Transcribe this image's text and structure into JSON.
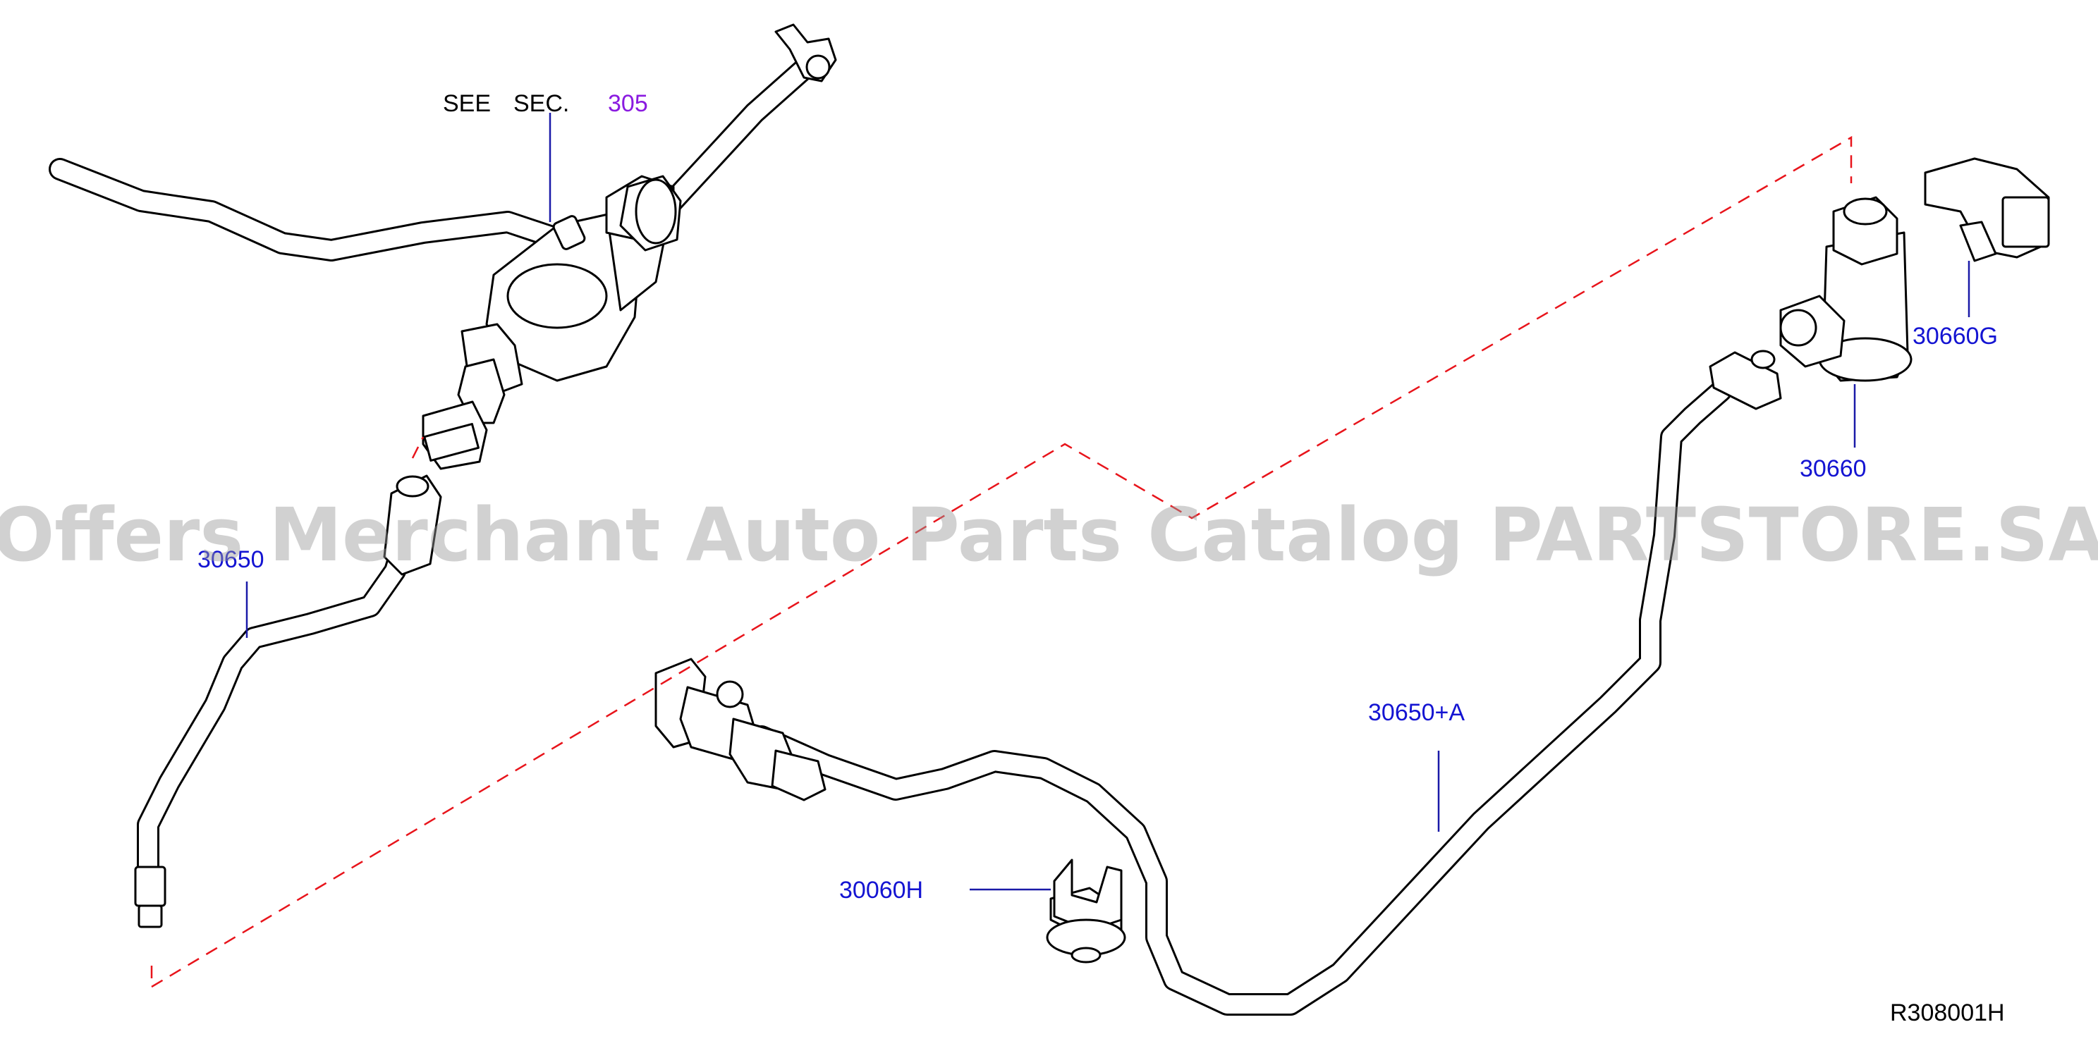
{
  "see_reference": {
    "prefix": "SEE",
    "section_word": "SEC.",
    "section_number": "305"
  },
  "parts": [
    {
      "id": "30650",
      "label": "30650"
    },
    {
      "id": "30650A",
      "label": "30650+A"
    },
    {
      "id": "30660",
      "label": "30660"
    },
    {
      "id": "30660G",
      "label": "30660G"
    },
    {
      "id": "30060H",
      "label": "30060H"
    }
  ],
  "figure_reference": "R308001H",
  "watermark": "Offers Merchant Auto Parts Catalog PARTSTORE.SA",
  "colors": {
    "part_label": "#1414d2",
    "section_link": "#8a1ae0",
    "leader_line": "#1a1aa8",
    "dashed_line": "#e8141b",
    "line_art": "#000000"
  }
}
